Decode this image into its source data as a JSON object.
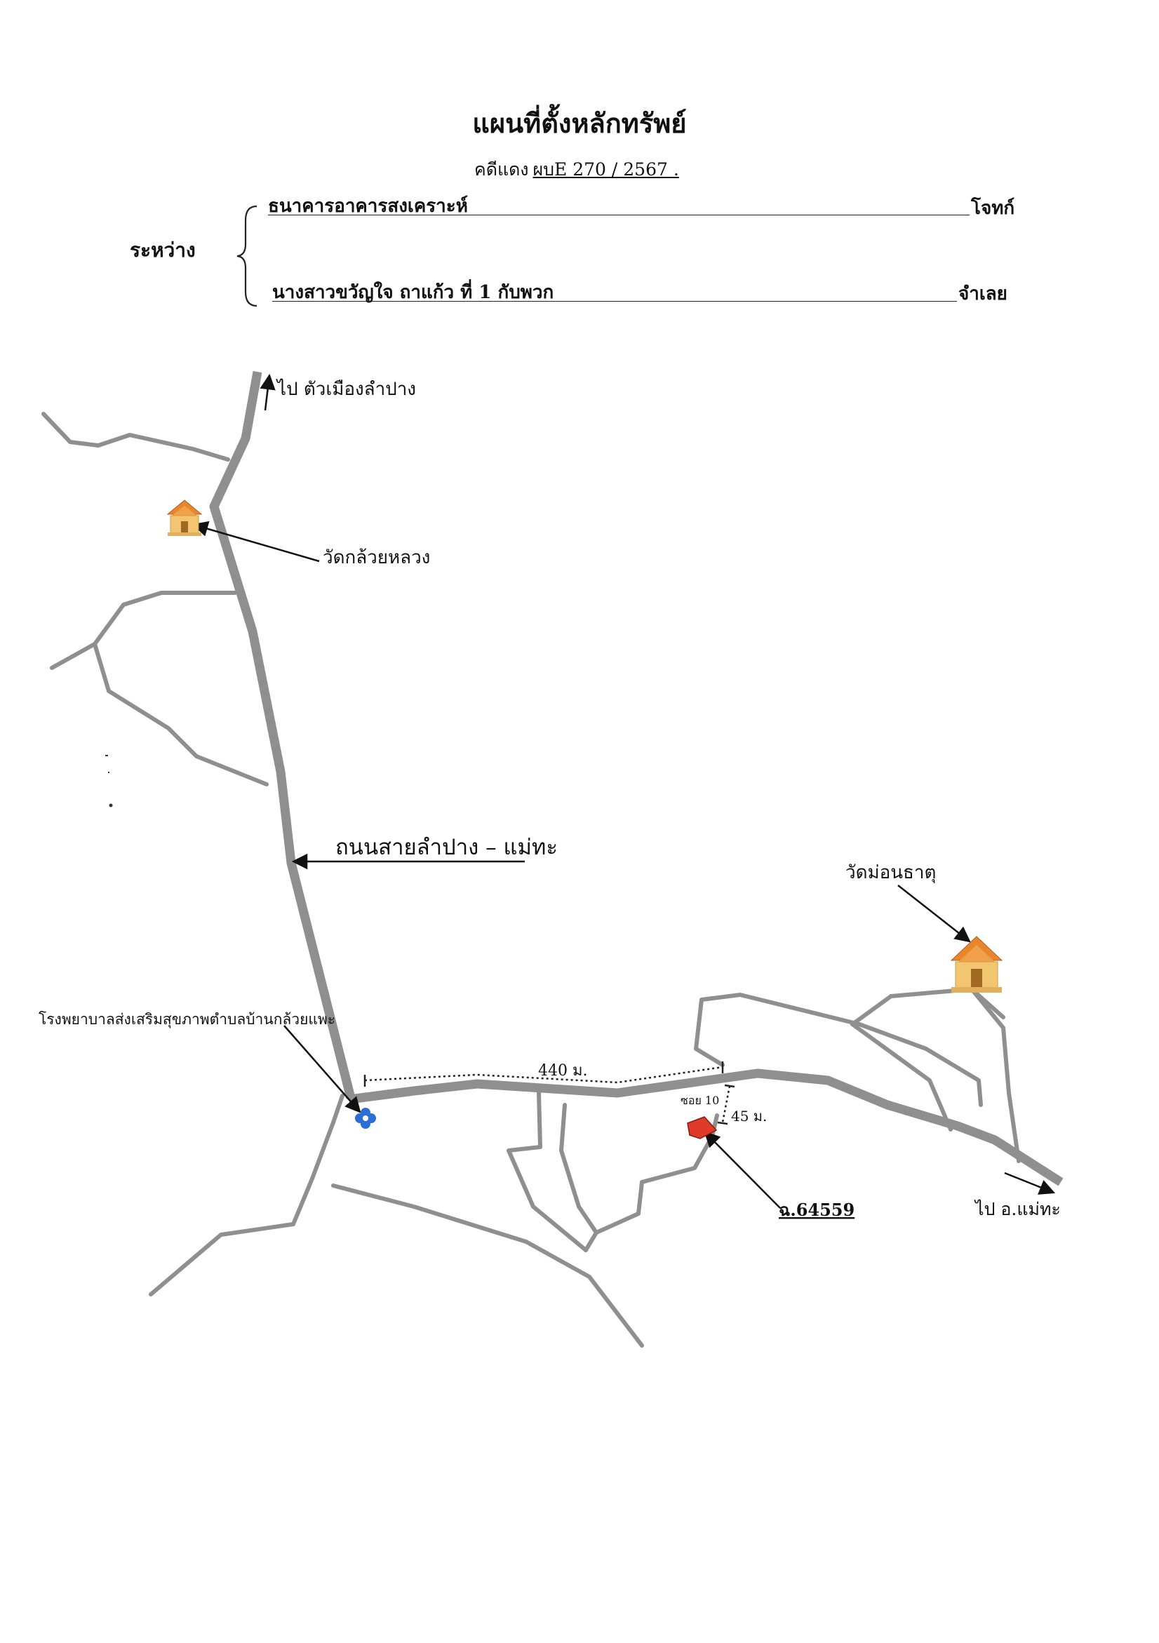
{
  "header": {
    "title": "แผนที่ตั้งหลักทรัพย์",
    "case_label": "คดีแดง",
    "case_number": "ผบE 270 / 2567  .",
    "between_label": "ระหว่าง",
    "plaintiff_name": "ธนาคารอาคารสงเคราะห์",
    "plaintiff_role": "โจทก์",
    "defendant_name": "นางสาวขวัญใจ  ถาแก้ว   ที่ 1 กับพวก",
    "defendant_role": "จำเลย"
  },
  "map": {
    "to_city": "ไป ตัวเมืองลำปาง",
    "temple_north": "วัดกล้วยหลวง",
    "main_road": "ถนนสายลำปาง – แม่ทะ",
    "temple_east": "วัดม่อนธาตุ",
    "hospital": "โรงพยาบาลส่งเสริมสุขภาพตำบลบ้านกล้วยแพะ",
    "distance_main": "440 ม.",
    "soi": "ซอย 10",
    "distance_soi": "45 ม.",
    "parcel": "ฉ.64559",
    "to_district": "ไป อ.แม่ทะ",
    "colors": {
      "road": "#8f8f8f",
      "parcel": "#e03a2a",
      "hospital": "#2b6fd6",
      "temple_roof": "#e8862e",
      "temple_body": "#f2c571"
    },
    "icons": [
      "north-arrow-icon",
      "temple-icon",
      "hospital-icon",
      "parcel-icon"
    ]
  }
}
